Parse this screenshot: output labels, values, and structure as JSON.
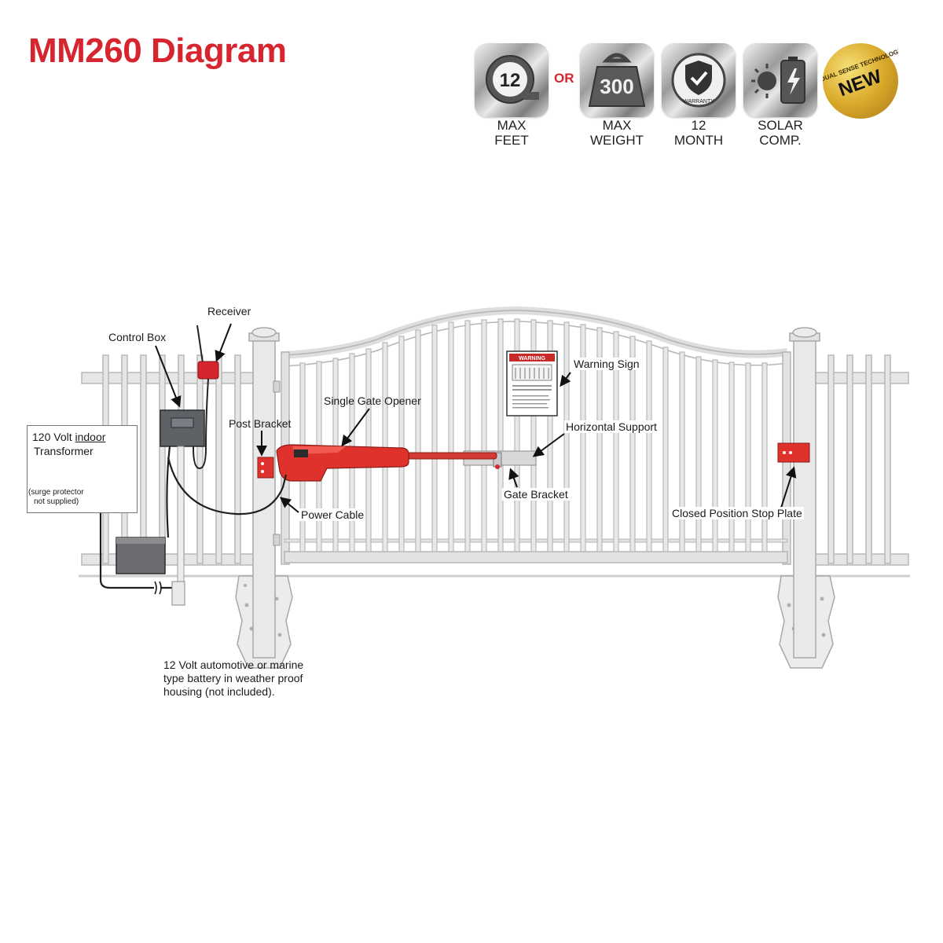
{
  "title": "MM260 Diagram",
  "badges": {
    "or_label": "OR",
    "feet": {
      "number": "12",
      "line1": "MAX",
      "line2": "FEET"
    },
    "weight": {
      "number": "300",
      "line1": "MAX",
      "line2": "WEIGHT"
    },
    "warranty": {
      "word": "WARRANTY",
      "line1": "12",
      "line2": "MONTH"
    },
    "solar": {
      "line1": "SOLAR",
      "line2": "COMP."
    },
    "new_badge": {
      "tagline": "DUAL SENSE TECHNOLOGY",
      "word": "NEW"
    }
  },
  "labels": {
    "receiver": "Receiver",
    "control_box": "Control Box",
    "transformer_line1": "120 Volt indoor",
    "transformer_line2": "Transformer",
    "surge_line1": "(surge protector",
    "surge_line2": "not supplied)",
    "post_bracket": "Post Bracket",
    "single_gate_opener": "Single Gate Opener",
    "warning_sign": "Warning Sign",
    "horizontal_support": "Horizontal Support",
    "gate_bracket": "Gate Bracket",
    "power_cable": "Power Cable",
    "closed_stop_plate": "Closed Position Stop Plate",
    "battery_line1": "12 Volt automotive or marine",
    "battery_line2": "type battery in weather proof",
    "battery_line3": "housing (not included)."
  },
  "warning_sign_text": {
    "header": "WARNING"
  },
  "colors": {
    "brand_red": "#d6252f",
    "opener_red": "#e0322d",
    "fence": "#e4e4e4",
    "fence_stroke": "#b5b5b5"
  }
}
